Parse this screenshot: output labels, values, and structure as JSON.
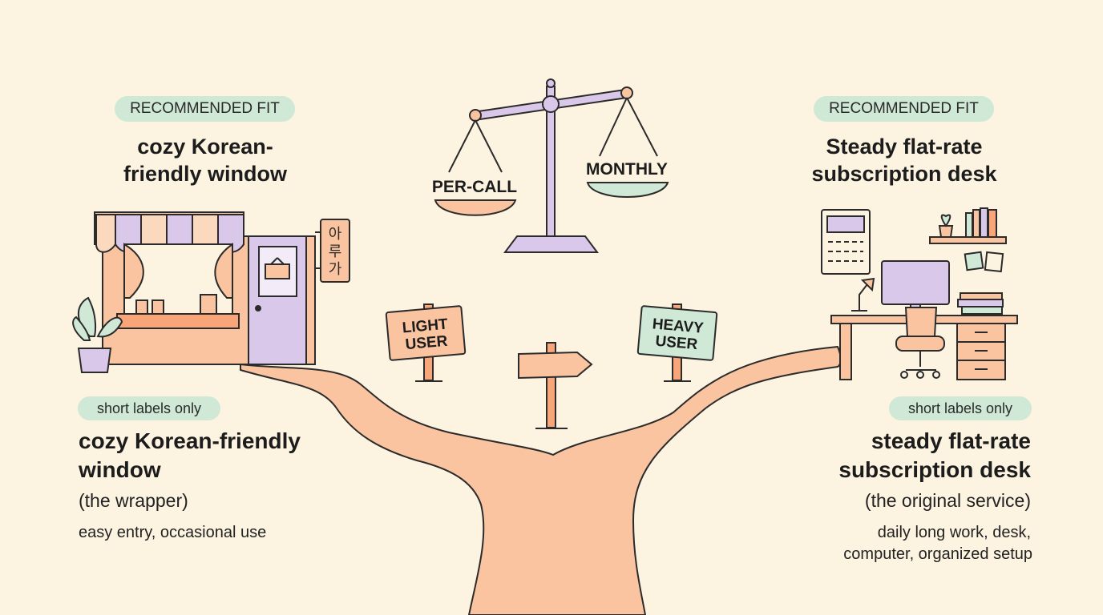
{
  "left": {
    "badge": "RECOMMENDED FIT",
    "title_line1": "cozy Korean-",
    "title_line2": "friendly window",
    "sign_text": [
      "아",
      "루",
      "가"
    ],
    "note_badge": "short labels only",
    "heading_line1": "cozy Korean-friendly",
    "heading_line2": "window",
    "subtitle": "(the wrapper)",
    "description": "easy entry, occasional use"
  },
  "right": {
    "badge": "RECOMMENDED FIT",
    "title_line1": "Steady flat-rate",
    "title_line2": "subscription desk",
    "note_badge": "short labels only",
    "heading_line1": "steady flat-rate",
    "heading_line2": "subscription desk",
    "subtitle": "(the original service)",
    "description_line1": "daily long work, desk,",
    "description_line2": "computer, organized setup"
  },
  "scale": {
    "left_pan_label": "PER-CALL",
    "right_pan_label": "MONTHLY"
  },
  "signs": {
    "left_line1": "LIGHT",
    "left_line2": "USER",
    "right_line1": "HEAVY",
    "right_line2": "USER"
  },
  "colors": {
    "background": "#fdf3e1",
    "peach": "#f9c49f",
    "green": "#cfe9d6",
    "lavender": "#d9c8ea",
    "outline": "#2b2b2b"
  }
}
